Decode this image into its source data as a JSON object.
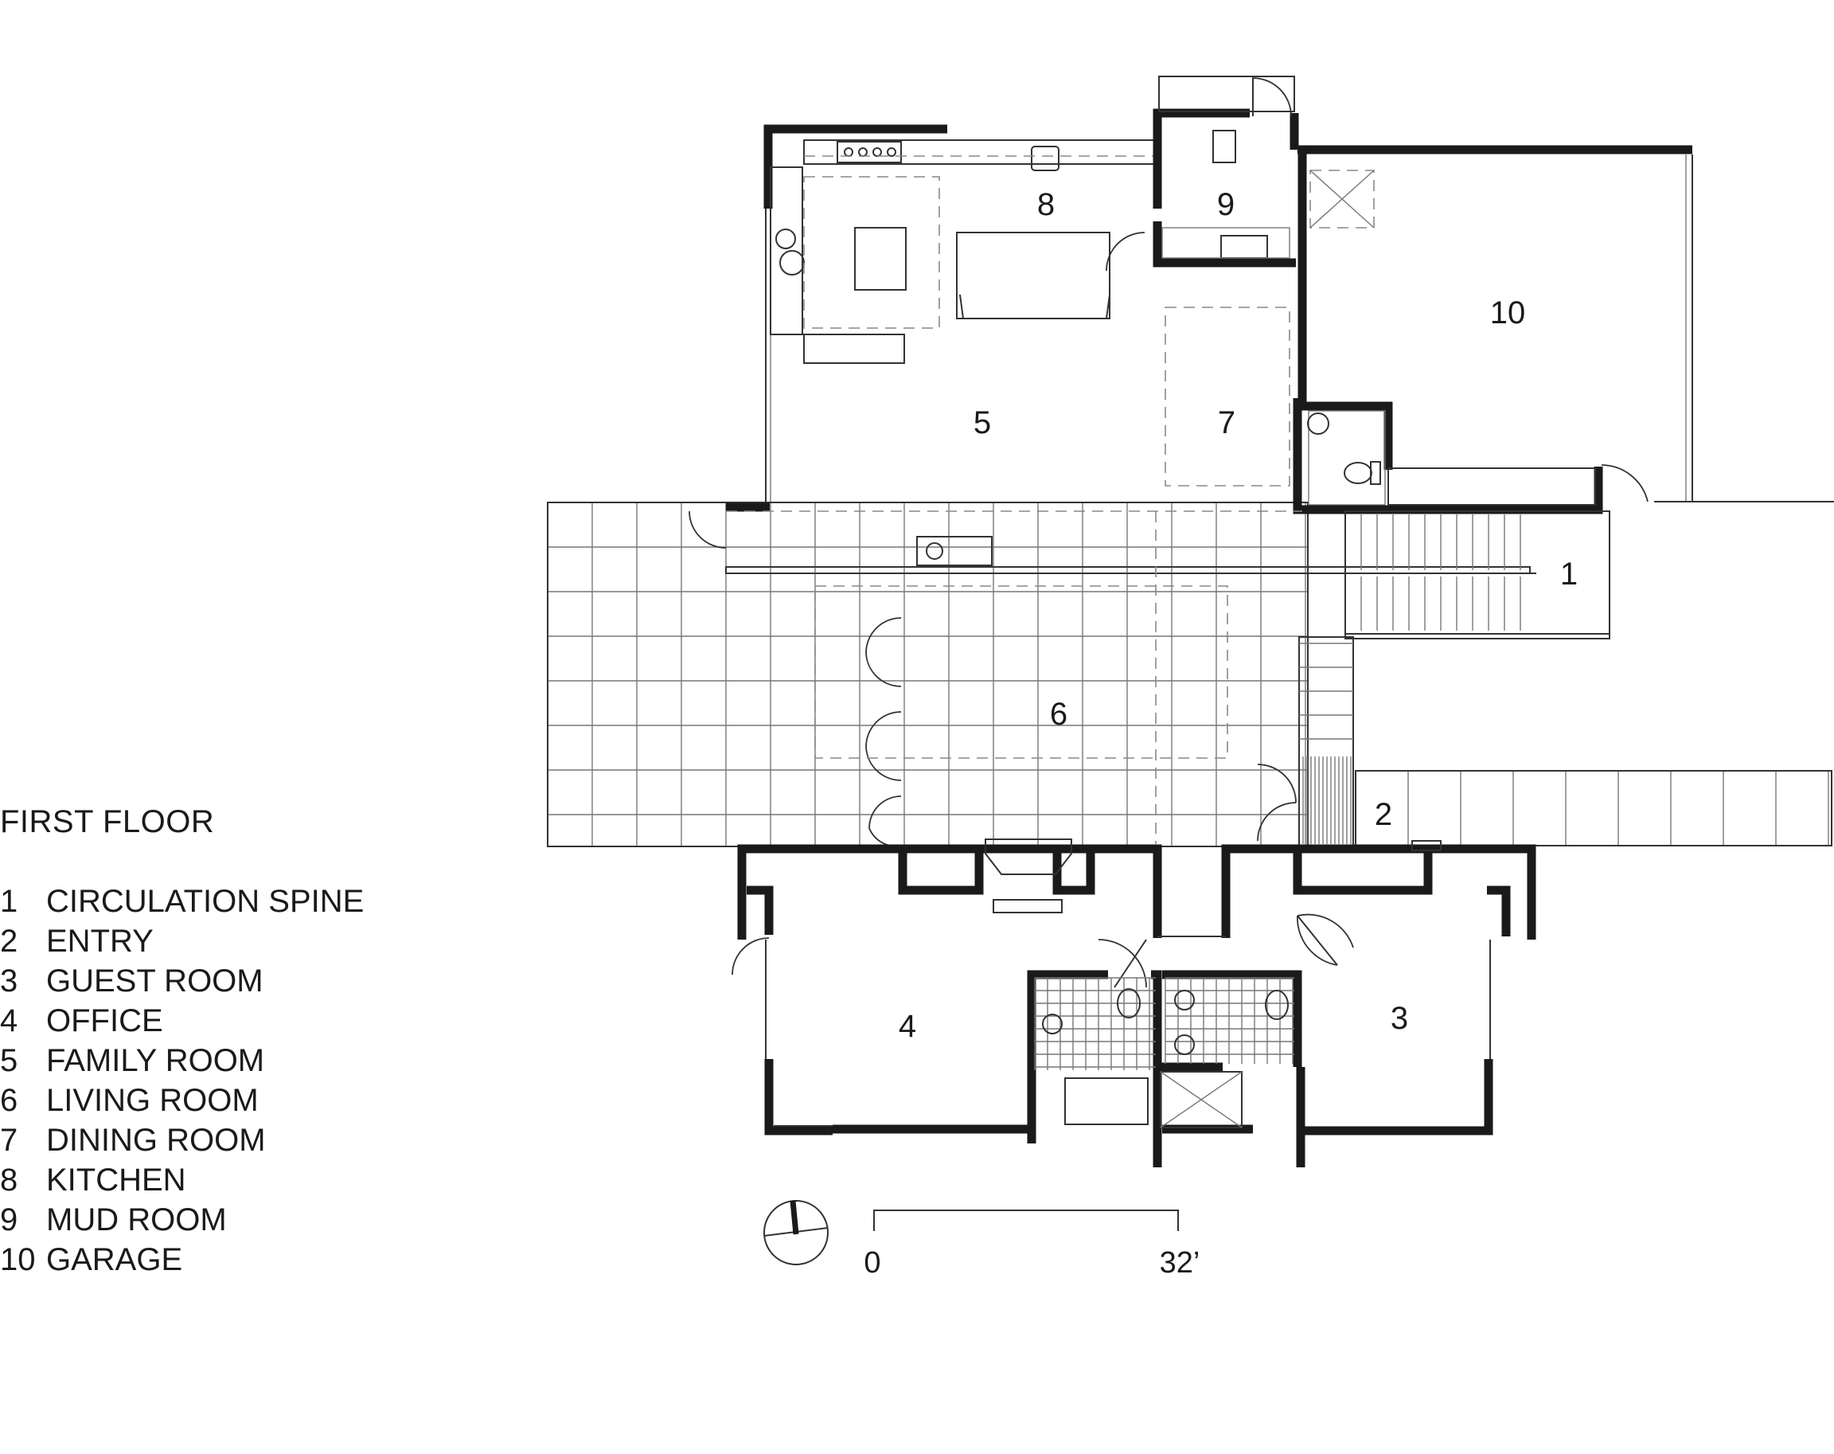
{
  "legend": {
    "title": "FIRST FLOOR",
    "items": [
      {
        "num": "1",
        "name": "CIRCULATION SPINE"
      },
      {
        "num": "2",
        "name": "ENTRY"
      },
      {
        "num": "3",
        "name": "GUEST ROOM"
      },
      {
        "num": "4",
        "name": "OFFICE"
      },
      {
        "num": "5",
        "name": "FAMILY ROOM"
      },
      {
        "num": "6",
        "name": "LIVING ROOM"
      },
      {
        "num": "7",
        "name": "DINING ROOM"
      },
      {
        "num": "8",
        "name": "KITCHEN"
      },
      {
        "num": "9",
        "name": "MUD ROOM"
      },
      {
        "num": "10",
        "name": "GARAGE"
      }
    ]
  },
  "rooms": {
    "r1": "1",
    "r2": "2",
    "r3": "3",
    "r4": "4",
    "r5": "5",
    "r6": "6",
    "r7": "7",
    "r8": "8",
    "r9": "9",
    "r10": "10"
  },
  "scale_bar": {
    "start_label": "0",
    "end_label": "32’"
  },
  "icons": {
    "north_arrow": "north-arrow-icon"
  }
}
